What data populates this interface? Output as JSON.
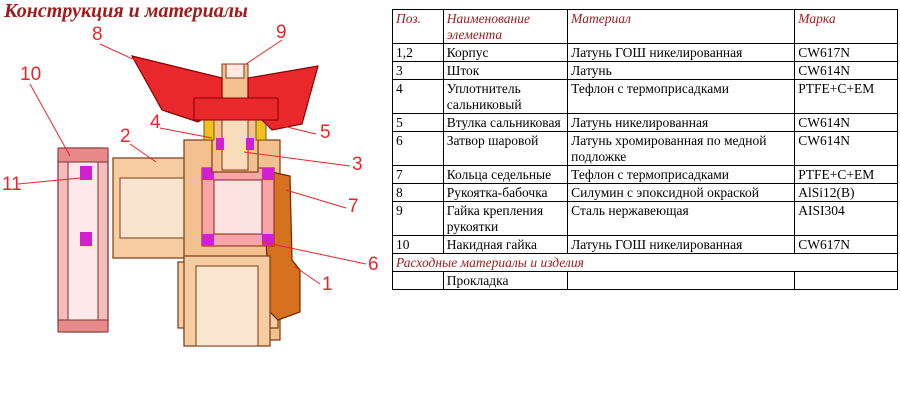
{
  "title": "Конструкция и материалы",
  "callouts": [
    "8",
    "9",
    "10",
    "4",
    "2",
    "5",
    "3",
    "11",
    "7",
    "6",
    "1"
  ],
  "table": {
    "headers": [
      "Поз.",
      "Наименование элемента",
      "Материал",
      "Марка"
    ],
    "rows": [
      {
        "pos": "1,2",
        "name": "Корпус",
        "material": "Латунь ГОШ никелированная",
        "grade": "CW617N"
      },
      {
        "pos": "3",
        "name": "Шток",
        "material": "Латунь",
        "grade": "CW614N"
      },
      {
        "pos": "4",
        "name": "Уплотнитель сальниковый",
        "material": "Тефлон с термоприсадками",
        "grade": "PTFE+C+EM"
      },
      {
        "pos": "5",
        "name": "Втулка сальниковая",
        "material": "Латунь никелированная",
        "grade": "CW614N"
      },
      {
        "pos": "6",
        "name": "Затвор шаровой",
        "material": "Латунь хромированная по медной подложке",
        "grade": "CW614N"
      },
      {
        "pos": "7",
        "name": "Кольца седельные",
        "material": "Тефлон с термоприсадками",
        "grade": "PTFE+C+EM"
      },
      {
        "pos": "8",
        "name": "Рукоятка-бабочка",
        "material": "Силумин с эпоксидной окраской",
        "grade": "AlSi12(B)"
      },
      {
        "pos": "9",
        "name": "Гайка крепления рукоятки",
        "material": "Сталь нержавеющая",
        "grade": "AISI304"
      },
      {
        "pos": "10",
        "name": "Накидная гайка",
        "material": "Латунь ГОШ никелированная",
        "grade": "CW617N"
      }
    ],
    "section": "Расходные материалы и изделия",
    "last_row": {
      "pos": "",
      "name": "Прокладка",
      "material": "",
      "grade": ""
    }
  }
}
